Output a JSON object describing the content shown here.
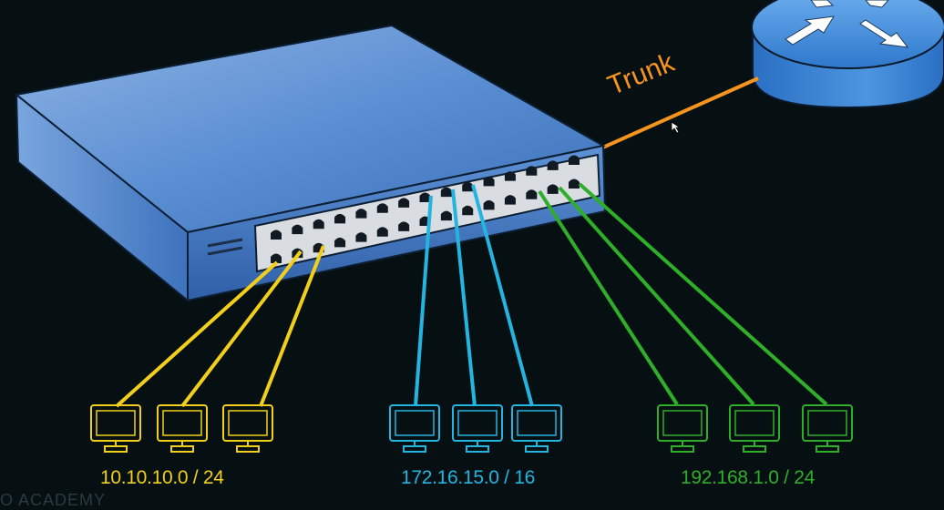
{
  "diagram": {
    "trunk_label": "Trunk",
    "subnets": [
      {
        "label": "10.10.10.0 / 24",
        "color": "#f2cf1a",
        "hosts": 3
      },
      {
        "label": "172.16.15.0 / 16",
        "color": "#24b4e0",
        "hosts": 3
      },
      {
        "label": "192.168.1.0 / 24",
        "color": "#2fae2a",
        "hosts": 3
      }
    ],
    "watermark": "O ACADEMY"
  },
  "colors": {
    "background": "#061013",
    "switch_body": "#4a7fc4",
    "router": "#3b86d6",
    "trunk": "#f7941d"
  },
  "icons": [
    "switch-icon",
    "router-icon",
    "monitor-icon"
  ]
}
